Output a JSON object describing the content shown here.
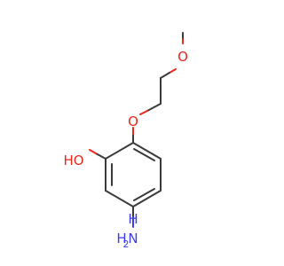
{
  "molecule": {
    "colors": {
      "bond": "#3a3a3a",
      "oxygen": "#e8291c",
      "nitrogen": "#3c3cf0"
    },
    "atoms": {
      "methoxy_oxygen": "O",
      "ether_oxygen": "O",
      "hydroxyl": "HO",
      "amino_main": "N",
      "amino_h_top": "H",
      "amino_h_left": "H",
      "amino_subscript": "2"
    }
  }
}
